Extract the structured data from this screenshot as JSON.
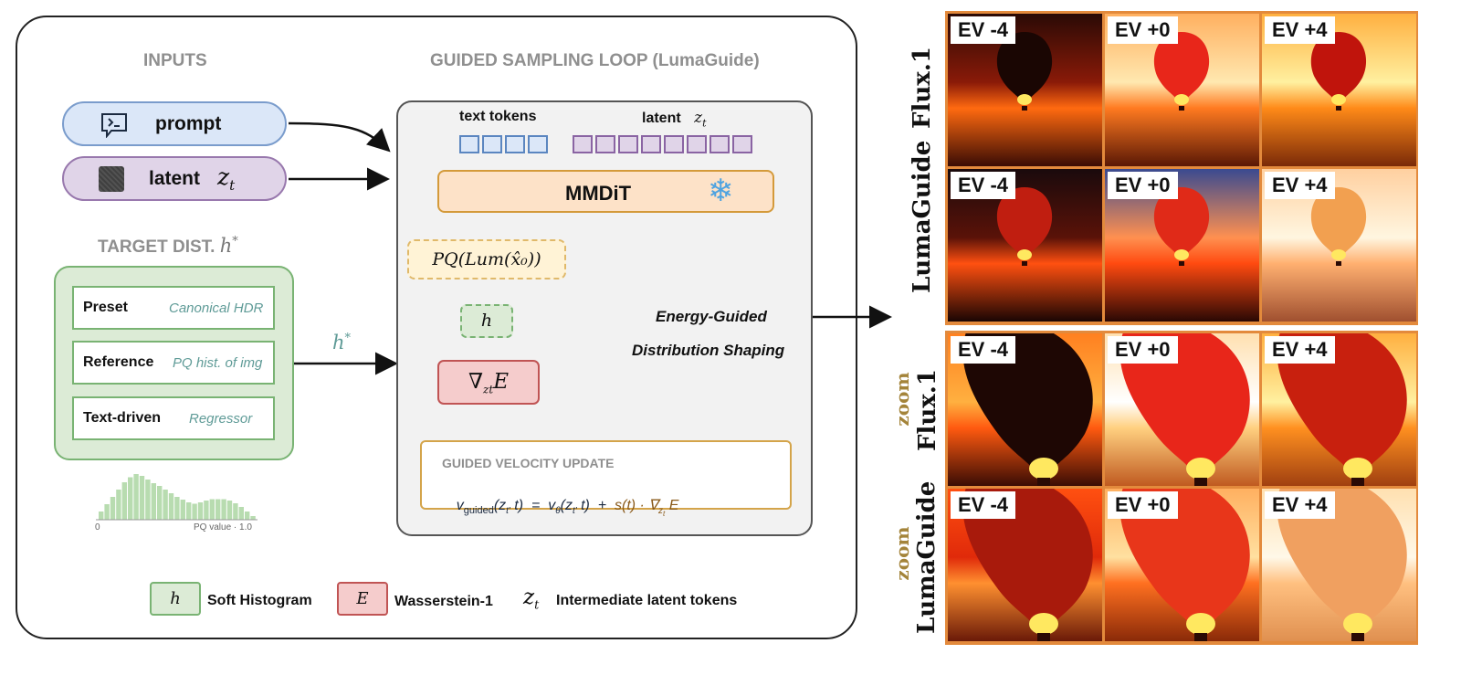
{
  "inputs": {
    "heading": "INPUTS",
    "prompt_label": "prompt",
    "latent_label": "latent",
    "latent_var": "z",
    "latent_sub": "t",
    "target_heading": "TARGET DIST.",
    "target_var": "h",
    "target_sup": "*",
    "presets": [
      {
        "label": "Preset",
        "value": "Canonical HDR"
      },
      {
        "label": "Reference",
        "value": "PQ hist. of img"
      },
      {
        "label": "Text-driven",
        "value": "Regressor"
      }
    ],
    "hist_axis_left": "0",
    "hist_axis_right": "PQ value · 1.0",
    "hist_bins": [
      0.18,
      0.34,
      0.5,
      0.66,
      0.82,
      0.93,
      1.0,
      0.96,
      0.88,
      0.8,
      0.74,
      0.66,
      0.58,
      0.5,
      0.44,
      0.38,
      0.35,
      0.38,
      0.42,
      0.45,
      0.45,
      0.45,
      0.42,
      0.36,
      0.28,
      0.18,
      0.08
    ],
    "h_star_edge": "h",
    "h_star_sup": "*"
  },
  "loop": {
    "heading": "GUIDED SAMPLING LOOP (LumaGuide)",
    "text_tokens_label": "text tokens",
    "latent_label": "latent",
    "latent_var": "z",
    "latent_sub": "t",
    "text_token_count": 4,
    "latent_token_count": 8,
    "mmdit_label": "MMDiT",
    "pq_label": "PQ(Lum(x̂₀))",
    "h_label": "h",
    "grad_nabla": "∇",
    "grad_sub": "zt",
    "grad_E": "E",
    "energy_line1": "Energy-Guided",
    "energy_line2": "Distribution Shaping",
    "update_heading": "GUIDED VELOCITY UPDATE",
    "update_formula_lhs": "v",
    "update_formula_lhs_sub": "guided",
    "update_formula_args": "(z",
    "update_formula_args_sub": "t'",
    "update_formula_t": " t)  =  v",
    "update_formula_theta": "θ",
    "update_formula_args2": "(z",
    "update_formula_args2_sub": "t'",
    "update_formula_t2": " t)  +  ",
    "update_formula_s": "s(t) · ∇",
    "update_formula_s_sub": "z",
    "update_formula_s_subsub": "t",
    "update_formula_E": " E"
  },
  "legend": {
    "items": [
      {
        "symbol": "h",
        "label": "Soft Histogram"
      },
      {
        "symbol": "E",
        "label": "Wasserstein-1"
      },
      {
        "symbol": "zt",
        "label": "Intermediate latent tokens"
      }
    ],
    "zt_var": "z",
    "zt_sub": "t"
  },
  "results": {
    "row_labels": [
      "Flux.1",
      "LumaGuide",
      "Flux.1",
      "LumaGuide"
    ],
    "zoom_label": "zoom",
    "ev_labels": [
      "EV -4",
      "EV +0",
      "EV +4"
    ]
  },
  "colors": {
    "prompt_fill": "#dbe7f8",
    "prompt_border": "#7a9ccc",
    "latent_fill": "#e0d4e8",
    "latent_border": "#9878ad",
    "green_fill": "#dcebd6",
    "green_border": "#79b373",
    "mmdit_fill": "#fde2c8",
    "mmdit_border": "#d49a3a",
    "grad_fill": "#f5cccc",
    "grad_border": "#c05454",
    "pq_fill": "#fff3d6",
    "accent_orange": "#e38a3c",
    "zoom_color": "#a4843a"
  }
}
